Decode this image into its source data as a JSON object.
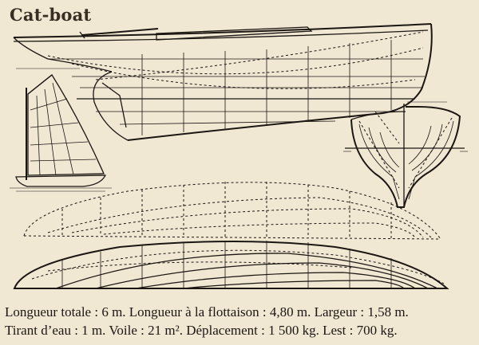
{
  "title": "Cat-boat",
  "specs": {
    "line1": "Longueur totale : 6 m. Longueur à la flottaison : 4,80 m. Largeur : 1,58 m.",
    "line2": "Tirant d’eau : 1 m. Voile : 21 m². Déplacement : 1 500 kg. Lest : 700 kg."
  },
  "colors": {
    "paper": "#f1e8d4",
    "ink": "#1b1612",
    "title": "#3a2d22"
  }
}
